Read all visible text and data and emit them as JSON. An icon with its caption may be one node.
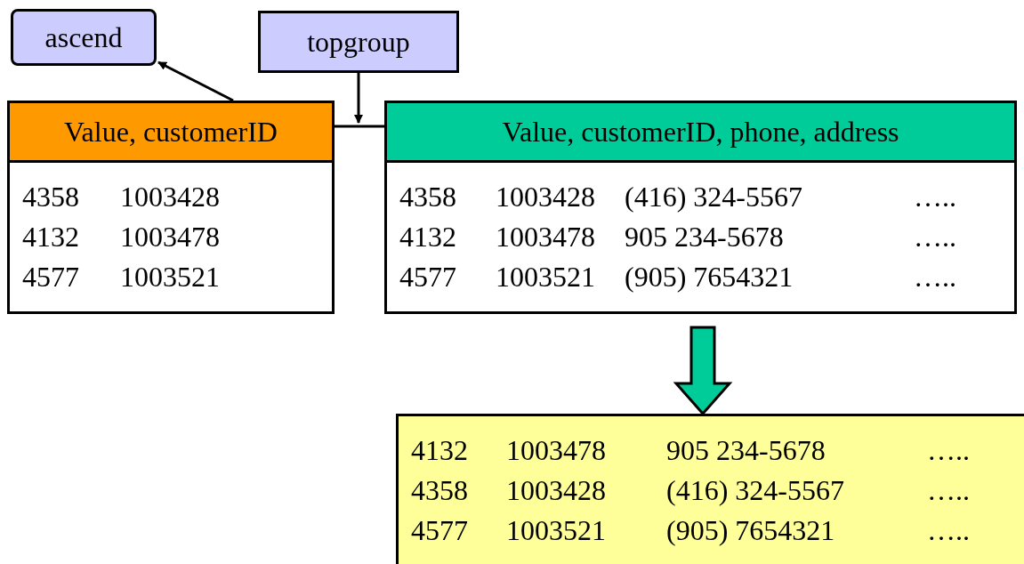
{
  "diagram": {
    "nodes": [
      {
        "text": [
          "ascend"
        ]
      },
      {
        "text": [
          "topgroup"
        ]
      },
      {
        "text": [
          "Value, customerID",
          "4358",
          "1003428",
          "4132",
          "1003478",
          "4577",
          "1003521"
        ]
      },
      {
        "text": [
          "Value, customerID, phone, address",
          "4358",
          "1003428",
          "(416) 324-5567",
          "…..",
          "4132",
          "1003478",
          "905 234-5678",
          "…..",
          "4577",
          "1003521",
          "(905) 7654321",
          "….."
        ]
      },
      {
        "text": [
          "4132",
          "1003478",
          "905 234-5678",
          "…..",
          "4358",
          "1003428",
          "(416) 324-5567",
          "…..",
          "4577",
          "1003521",
          "(905) 7654321",
          "….."
        ]
      }
    ],
    "edges": [
      {
        "from": 2,
        "to": 0,
        "arrow": "to"
      },
      {
        "from": 2,
        "to": 3,
        "arrow": "none"
      },
      {
        "from": 1,
        "to": 2,
        "arrow": "to"
      },
      {
        "from": 3,
        "to": 4,
        "arrow": "to",
        "style": "thick",
        "color": "#00cc99"
      }
    ]
  }
}
